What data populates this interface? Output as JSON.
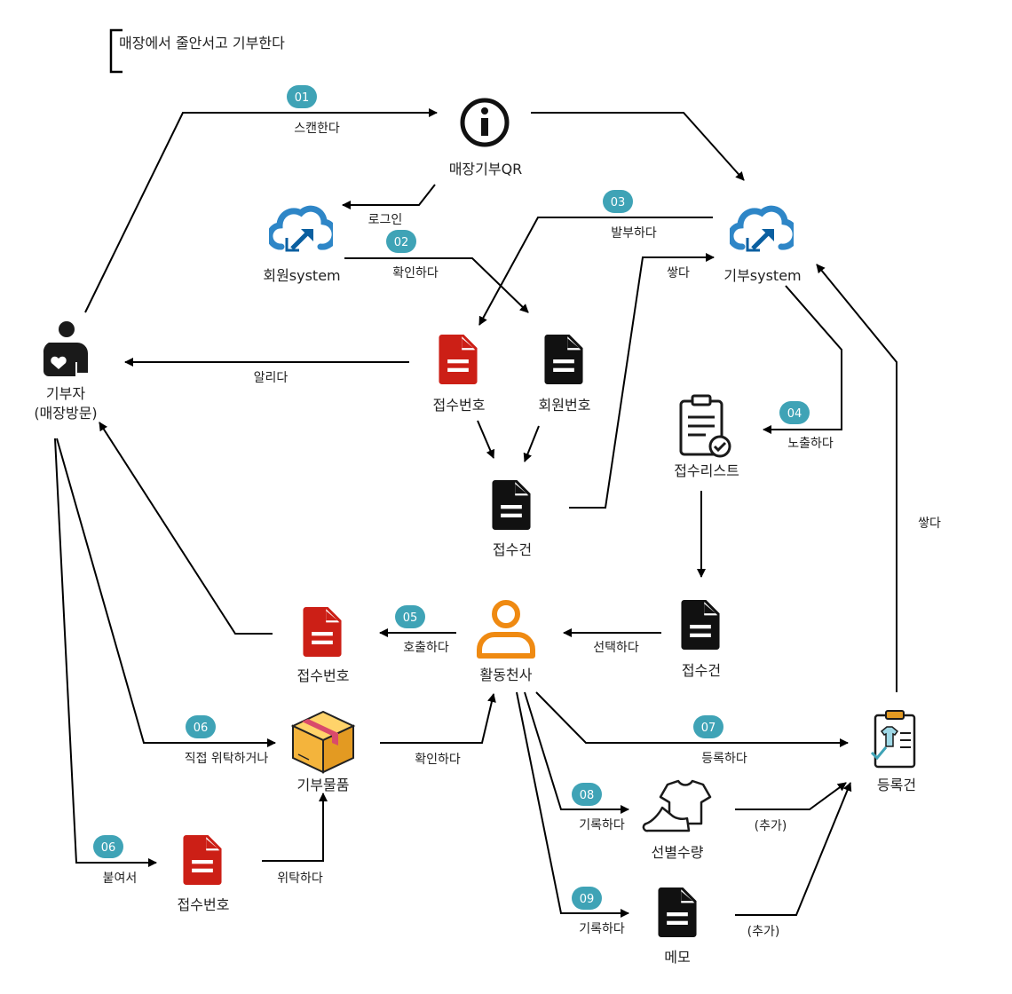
{
  "title": "매장에서 줄안서고 기부한다",
  "colors": {
    "badge": "#3fa3b6",
    "doc_red": "#cc1f16",
    "doc_black": "#111111",
    "person_orange": "#ef8a12",
    "cloud_blue": "#2e86c7",
    "line": "#000000"
  },
  "nodes": {
    "qr": {
      "label": "매장기부QR",
      "icon": "info-icon"
    },
    "member_system": {
      "label": "회원system",
      "icon": "cloud-icon"
    },
    "donation_system": {
      "label": "기부system",
      "icon": "cloud-icon"
    },
    "donor": {
      "label_line1": "기부자",
      "label_line2": "(매장방문)",
      "icon": "donor-icon"
    },
    "receipt_no_top": {
      "label": "접수번호",
      "icon": "document-icon"
    },
    "member_no": {
      "label": "회원번호",
      "icon": "document-icon"
    },
    "receipt_case_top": {
      "label": "접수건",
      "icon": "document-icon"
    },
    "receipt_list": {
      "label": "접수리스트",
      "icon": "clipboard-check-icon"
    },
    "receipt_case_mid": {
      "label": "접수건",
      "icon": "document-icon"
    },
    "angel": {
      "label": "활동천사",
      "icon": "person-icon"
    },
    "receipt_no_mid": {
      "label": "접수번호",
      "icon": "document-icon"
    },
    "goods": {
      "label": "기부물품",
      "icon": "package-icon"
    },
    "receipt_no_bottom": {
      "label": "접수번호",
      "icon": "document-icon"
    },
    "registered": {
      "label": "등록건",
      "icon": "clipboard-clothes-icon"
    },
    "sorting_qty": {
      "label": "선별수량",
      "icon": "clothes-icon"
    },
    "memo": {
      "label": "메모",
      "icon": "document-icon"
    }
  },
  "edges": {
    "scan": {
      "label": "스캔한다",
      "badge": "01"
    },
    "login": {
      "label": "로그인"
    },
    "confirm_member": {
      "label": "확인하다",
      "badge": "02"
    },
    "issue": {
      "label": "발부하다",
      "badge": "03"
    },
    "stack_top": {
      "label": "쌓다"
    },
    "notify": {
      "label": "알리다"
    },
    "expose": {
      "label": "노출하다",
      "badge": "04"
    },
    "call": {
      "label": "호출하다",
      "badge": "05"
    },
    "select": {
      "label": "선택하다"
    },
    "entrust_direct": {
      "label": "직접 위탁하거나",
      "badge": "06"
    },
    "confirm_goods": {
      "label": "확인하다"
    },
    "register": {
      "label": "등록하다",
      "badge": "07"
    },
    "stack_right": {
      "label": "쌓다"
    },
    "attach": {
      "label": "붙여서",
      "badge": "06"
    },
    "entrust": {
      "label": "위탁하다"
    },
    "record_qty": {
      "label": "기록하다",
      "badge": "08"
    },
    "add_qty": {
      "label": "(추가)"
    },
    "record_memo": {
      "label": "기록하다",
      "badge": "09"
    },
    "add_memo": {
      "label": "(추가)"
    }
  }
}
